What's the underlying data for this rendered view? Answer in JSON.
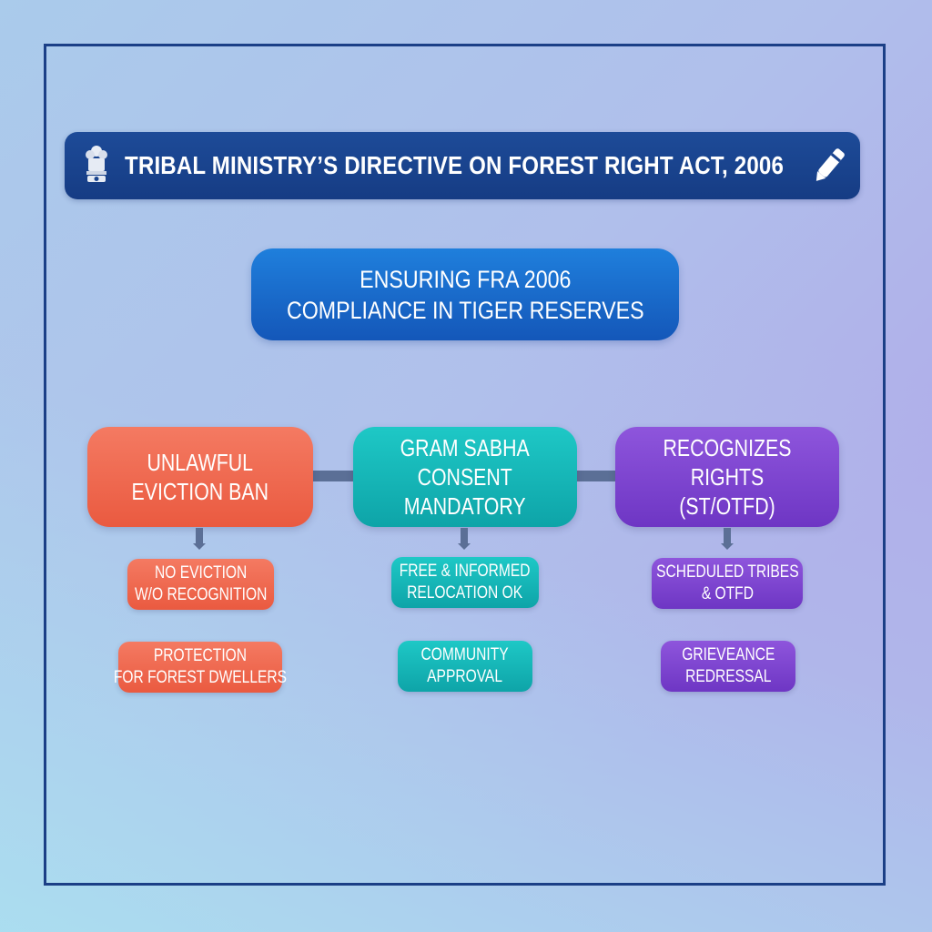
{
  "header": {
    "title": "TRIBAL MINISTRY’S DIRECTIVE ON FOREST RIGHT ACT, 2006",
    "left_icon": "state-emblem-icon",
    "right_icon": "pen-icon"
  },
  "main": {
    "line1": "ENSURING FRA 2006",
    "line2": "COMPLIANCE IN TIGER RESERVES"
  },
  "columns": [
    {
      "color": "#ee6a4f",
      "title_line1": "UNLAWFUL",
      "title_line2": "EVICTION BAN",
      "items": [
        {
          "line1": "NO EVICTION",
          "line2": "W/O RECOGNITION"
        },
        {
          "line1": "PROTECTION",
          "line2": "FOR FOREST DWELLERS"
        }
      ]
    },
    {
      "color": "#15b5b7",
      "title_line1": "GRAM SABHA",
      "title_line2": "CONSENT",
      "title_line3": "MANDATORY",
      "items": [
        {
          "line1": "FREE & INFORMED",
          "line2": "RELOCATION OK"
        },
        {
          "line1": "COMMUNITY",
          "line2": "APPROVAL"
        }
      ]
    },
    {
      "color": "#7d45d0",
      "title_line1": "RECOGNIZES RIGHTS",
      "title_line2": "(ST/OTFD)",
      "items": [
        {
          "line1": "SCHEDULED TRIBES",
          "line2": "& OTFD"
        },
        {
          "line1": "GRIEVEANCE",
          "line2": "REDRESSAL"
        }
      ]
    }
  ],
  "colors": {
    "header_bg": "#1a448f",
    "main_box": "#1a6bcb",
    "connector": "#5b6f96",
    "frame": "#1b3f86"
  }
}
